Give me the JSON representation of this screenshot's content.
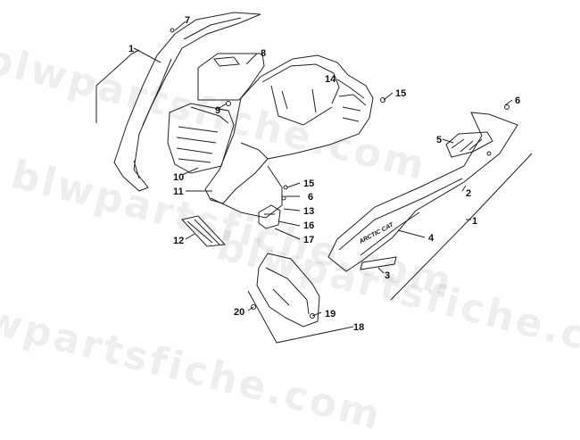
{
  "watermark_text": "blwpartsfiche.com",
  "callouts": [
    "1",
    "2",
    "3",
    "4",
    "5",
    "6",
    "7",
    "8",
    "9",
    "10",
    "11",
    "12",
    "13",
    "14",
    "15",
    "16",
    "17",
    "18",
    "19",
    "20"
  ],
  "decal_text": "ARCTIC CAT",
  "colors": {
    "line": "#222222",
    "watermark": "#969696",
    "background": "#ffffff"
  }
}
